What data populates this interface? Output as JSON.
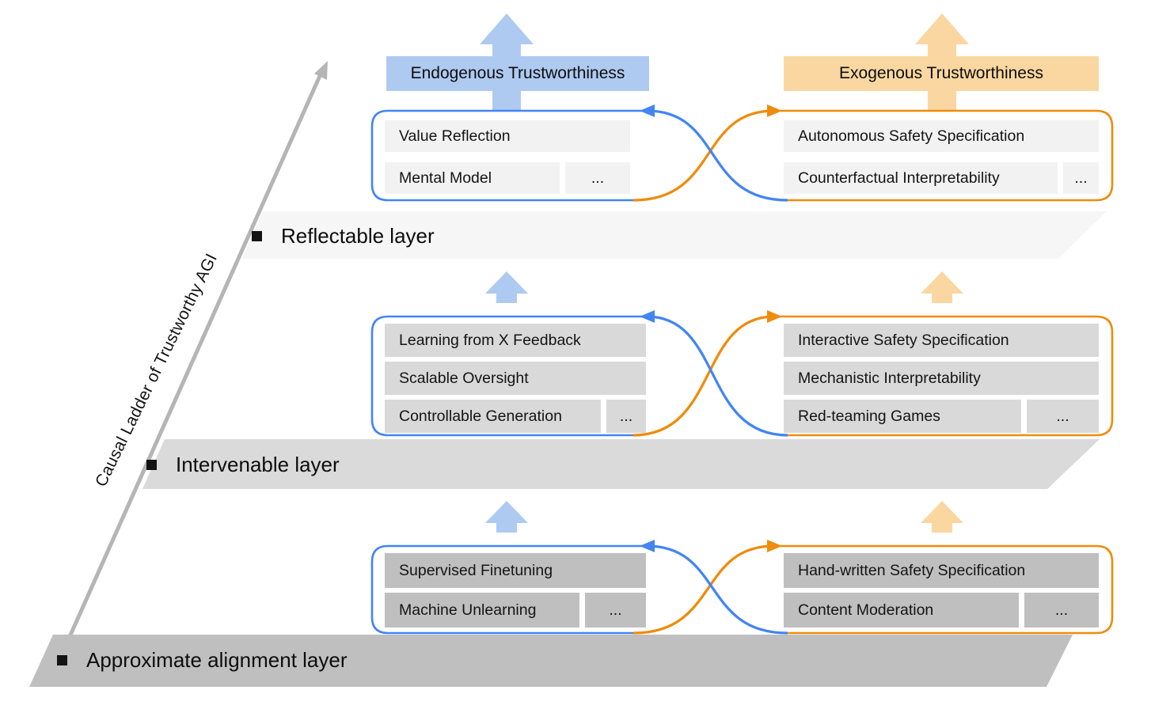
{
  "title": "Causal Ladder of Trustworthy AGI figure",
  "ladder": {
    "label": "Causal Ladder of Trustworthy AGI"
  },
  "headers": {
    "endogenous": "Endogenous Trustworthiness",
    "exogenous": "Exogenous Trustworthiness"
  },
  "layers": [
    {
      "label": "Reflectable layer"
    },
    {
      "label": "Intervenable layer"
    },
    {
      "label": "Approximate alignment layer"
    }
  ],
  "groups": [
    {
      "layer": "Reflectable layer",
      "left": {
        "items": [
          "Value Reflection",
          "Mental Model"
        ],
        "more": "..."
      },
      "right": {
        "items": [
          "Autonomous Safety Specification",
          "Counterfactual Interpretability"
        ],
        "more": "..."
      }
    },
    {
      "layer": "Intervenable layer",
      "left": {
        "items": [
          "Learning from X Feedback",
          "Scalable Oversight",
          "Controllable Generation"
        ],
        "more": "..."
      },
      "right": {
        "items": [
          "Interactive Safety Specification",
          "Mechanistic Interpretability",
          "Red-teaming Games"
        ],
        "more": "..."
      }
    },
    {
      "layer": "Approximate alignment layer",
      "left": {
        "items": [
          "Supervised Finetuning",
          "Machine Unlearning"
        ],
        "more": "..."
      },
      "right": {
        "items": [
          "Hand-written Safety Specification",
          "Content Moderation"
        ],
        "more": "..."
      }
    }
  ],
  "colors": {
    "blue_stroke": "#4285f4",
    "orange_stroke": "#ee8c0c",
    "light_blue": "#aecaf1",
    "light_orange": "#fad7a1",
    "item_fill_top": "#f2f2f2",
    "item_fill_mid": "#d9d9d9",
    "item_fill_bottom": "#bfbfbf",
    "band_fill_top": "#f6f6f7",
    "band_fill_mid": "#dadada",
    "band_fill_bottom": "#bfbfbf",
    "ladder_gray": "#b5b5b5",
    "text": "#141414"
  }
}
